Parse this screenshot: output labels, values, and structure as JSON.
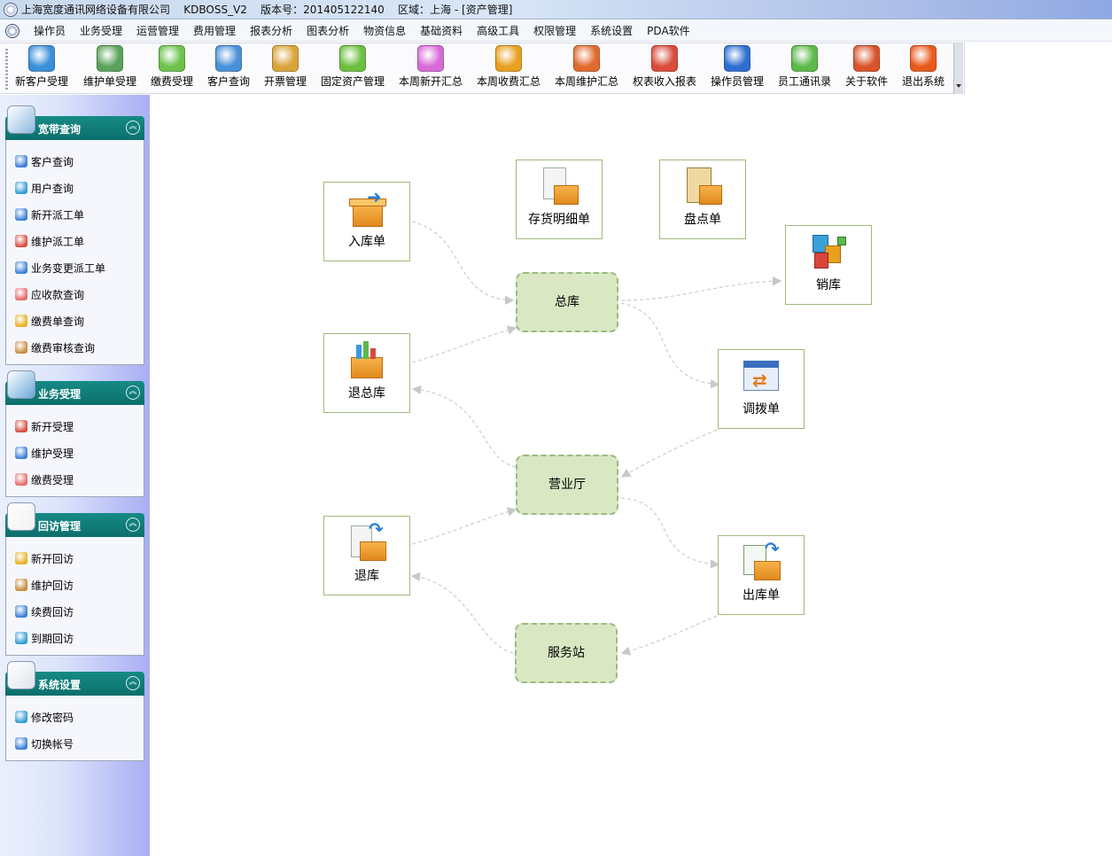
{
  "window": {
    "title": "上海宽度通讯网络设备有限公司    KDBOSS_V2    版本号：201405122140    区域：上海 - [资产管理]"
  },
  "menu": [
    "操作员",
    "业务受理",
    "运营管理",
    "费用管理",
    "报表分析",
    "图表分析",
    "物资信息",
    "基础资料",
    "高级工具",
    "权限管理",
    "系统设置",
    "PDA软件"
  ],
  "toolbar": [
    {
      "label": "新客户受理",
      "icon": "add-user-icon",
      "color": "#3b8fd9"
    },
    {
      "label": "维护单受理",
      "icon": "maintenance-form-icon",
      "color": "#5aa35a"
    },
    {
      "label": "缴费受理",
      "icon": "heart-plus-icon",
      "color": "#6cc24a"
    },
    {
      "label": "客户查询",
      "icon": "users-icon",
      "color": "#4a90d9"
    },
    {
      "label": "开票管理",
      "icon": "invoice-icon",
      "color": "#d9a43b"
    },
    {
      "label": "固定资产管理",
      "icon": "gift-box-icon",
      "color": "#6dbf3f"
    },
    {
      "label": "本周新开汇总",
      "icon": "bar-chart-icon",
      "color": "#d86ad8"
    },
    {
      "label": "本周收费汇总",
      "icon": "medal-icon",
      "color": "#e8a020"
    },
    {
      "label": "本周维护汇总",
      "icon": "pie-chart-icon",
      "color": "#e06a2e"
    },
    {
      "label": "权表收入报表",
      "icon": "report-chart-icon",
      "color": "#d94b3b"
    },
    {
      "label": "操作员管理",
      "icon": "monitor-icon",
      "color": "#2d6fd1"
    },
    {
      "label": "员工通讯录",
      "icon": "address-book-icon",
      "color": "#5db84a"
    },
    {
      "label": "关于软件",
      "icon": "home-icon",
      "color": "#d9532a"
    },
    {
      "label": "退出系统",
      "icon": "power-icon",
      "color": "#e85a1c"
    }
  ],
  "sidebar": {
    "panels": [
      {
        "title": "宽带查询",
        "icon": "magnifier-icon",
        "items": [
          "客户查询",
          "用户查询",
          "新开派工单",
          "维护派工单",
          "业务变更派工单",
          "应收款查询",
          "缴费单查询",
          "缴费审核查询"
        ]
      },
      {
        "title": "业务受理",
        "icon": "chat-bubble-icon",
        "items": [
          "新开受理",
          "维护受理",
          "缴费受理"
        ]
      },
      {
        "title": "回访管理",
        "icon": "envelope-icon",
        "items": [
          "新开回访",
          "维护回访",
          "续费回访",
          "到期回访"
        ]
      },
      {
        "title": "系统设置",
        "icon": "grid-window-icon",
        "items": [
          "修改密码",
          "切换帐号"
        ]
      }
    ]
  },
  "flow": {
    "nodes": {
      "inbound": "入库单",
      "inventory_detail": "存货明细单",
      "stocktake": "盘点单",
      "sales_out": "销库",
      "return_main": "退总库",
      "transfer": "调拨单",
      "return": "退库",
      "outbound": "出库单"
    },
    "hubs": {
      "main_warehouse": "总库",
      "business_hall": "营业厅",
      "service_station": "服务站"
    }
  }
}
